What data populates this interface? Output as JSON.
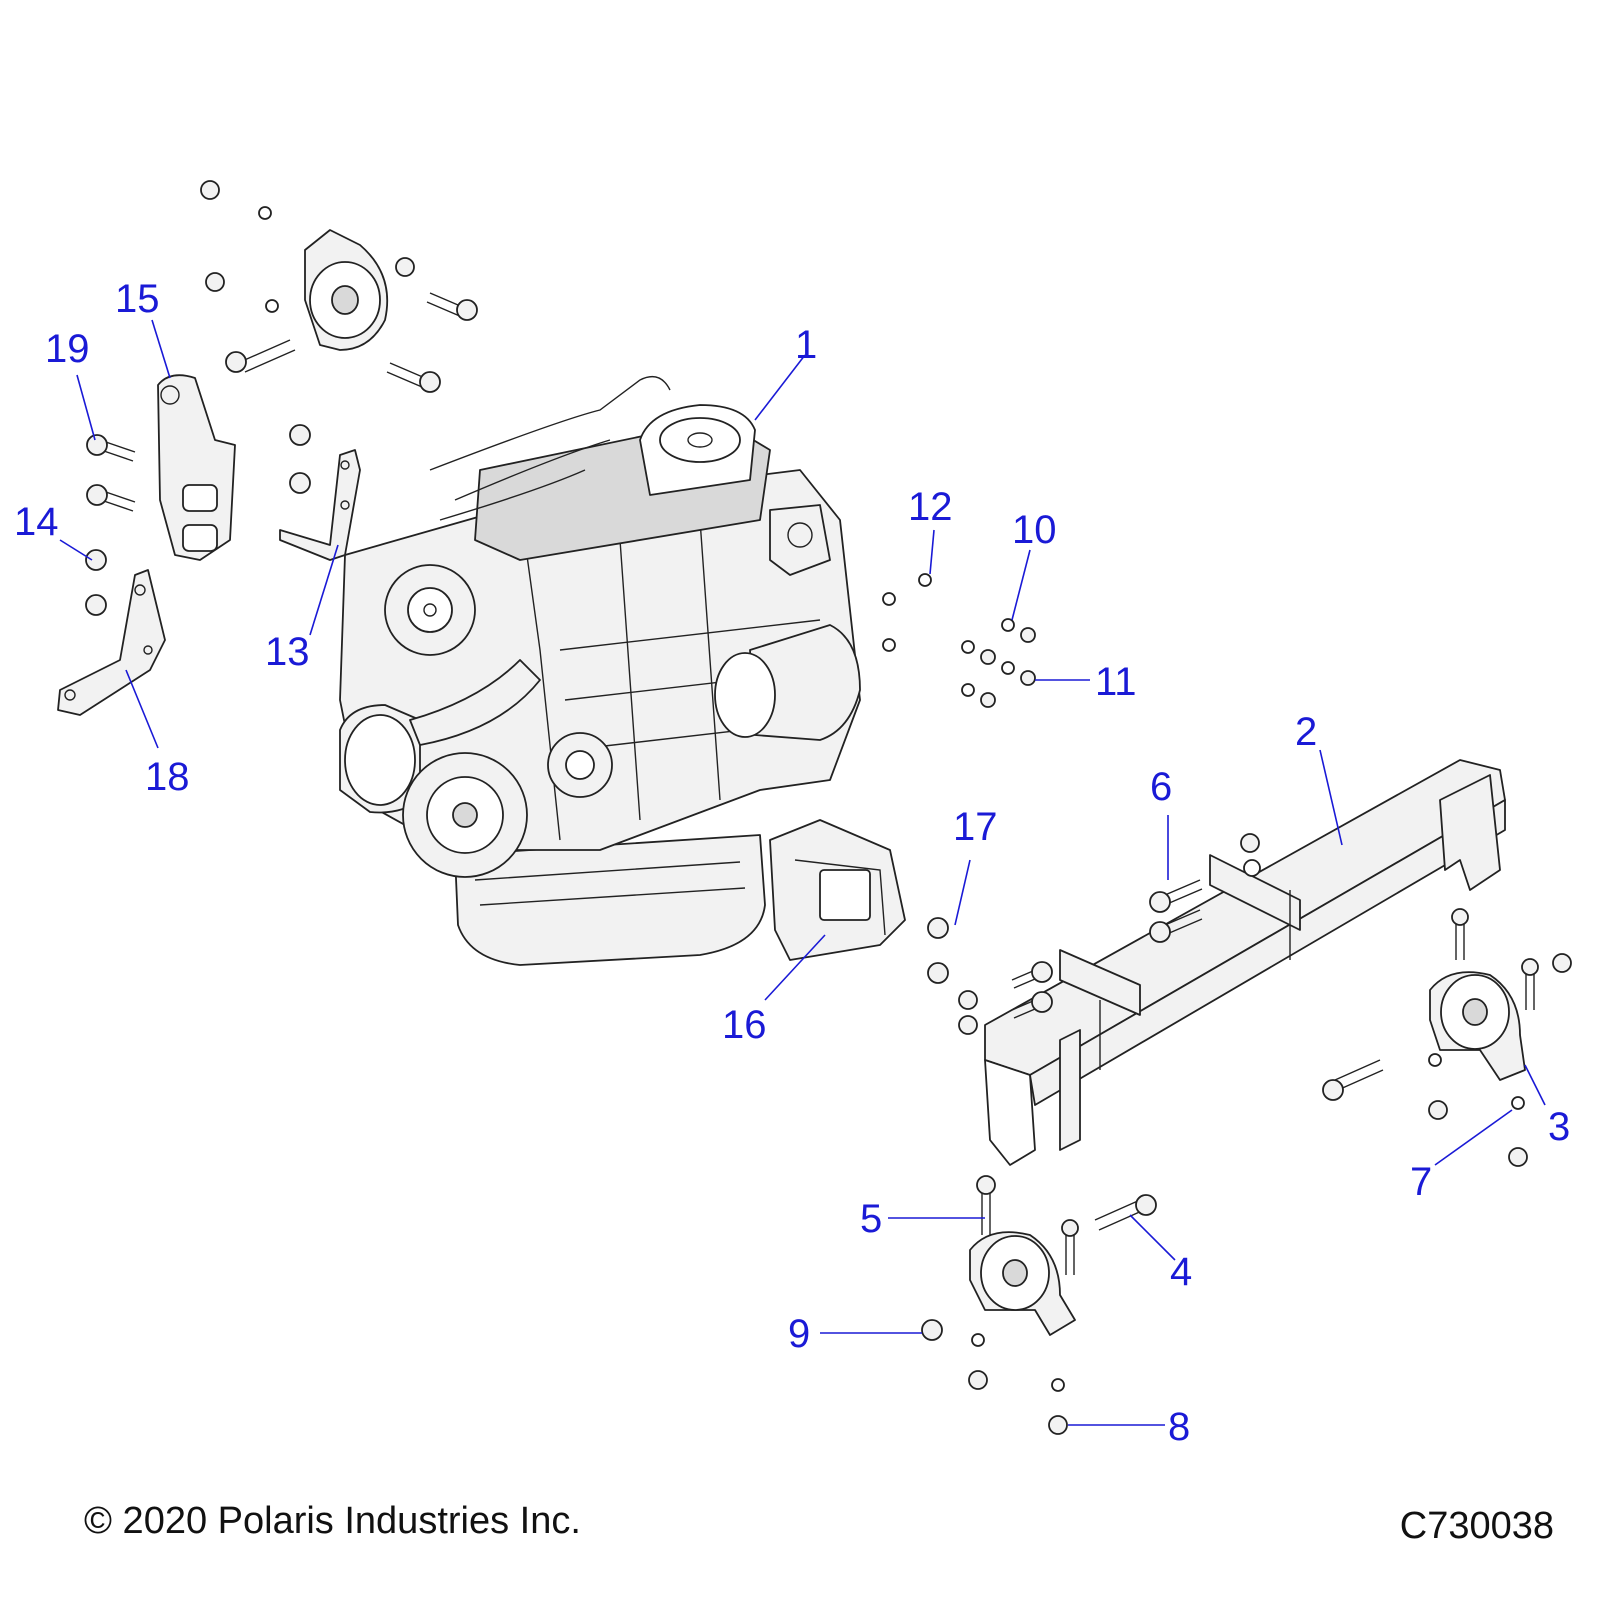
{
  "footer": {
    "copyright": "© 2020 Polaris Industries Inc.",
    "drawing_id": "C730038"
  },
  "callouts": {
    "c1": "1",
    "c2": "2",
    "c3": "3",
    "c4": "4",
    "c5": "5",
    "c6": "6",
    "c7": "7",
    "c8": "8",
    "c9": "9",
    "c10": "10",
    "c11": "11",
    "c12": "12",
    "c13": "13",
    "c14": "14",
    "c15": "15",
    "c16": "16",
    "c17": "17",
    "c18": "18",
    "c19": "19"
  },
  "colors": {
    "callout": "#1a1ad6",
    "linework": "#222222"
  }
}
